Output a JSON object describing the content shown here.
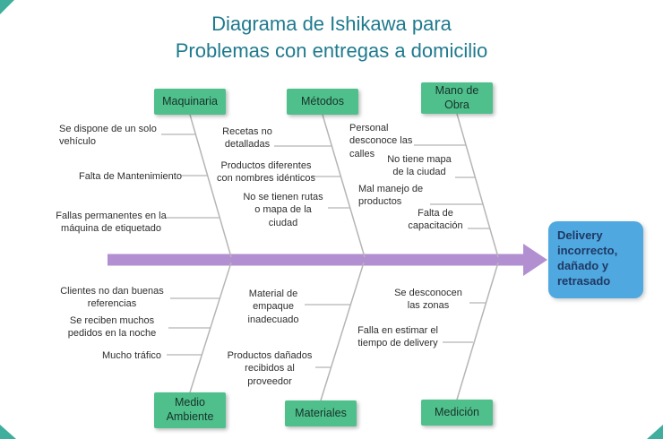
{
  "title": {
    "line1": "Diagrama de Ishikawa para",
    "line2": "Problemas con entregas a domicilio"
  },
  "effect": {
    "label": "Delivery incorrecto, dañado y retrasado"
  },
  "branches": {
    "top": [
      {
        "label": "Maquinaria",
        "causes": [
          "Se dispone de un solo vehículo",
          "Falta de Mantenimiento",
          "Fallas permanentes en la máquina de etiquetado"
        ]
      },
      {
        "label": "Métodos",
        "causes": [
          "Recetas no detalladas",
          "Productos diferentes con nombres idénticos",
          "No se tienen rutas o mapa de la ciudad"
        ]
      },
      {
        "label": "Mano de Obra",
        "causes": [
          "Personal desconoce las calles",
          "No tiene mapa de la ciudad",
          "Mal manejo de productos",
          "Falta de capacitación"
        ]
      }
    ],
    "bottom": [
      {
        "label": "Medio Ambiente",
        "causes": [
          "Clientes no dan buenas referencias",
          "Se reciben muchos pedidos en la noche",
          "Mucho tráfico"
        ]
      },
      {
        "label": "Materiales",
        "causes": [
          "Material de empaque inadecuado",
          "Productos dañados recibidos al proveedor"
        ]
      },
      {
        "label": "Medición",
        "causes": [
          "Se desconocen las zonas",
          "Falla en estimar el tiempo de delivery"
        ]
      }
    ]
  },
  "colors": {
    "title": "#1f7a8e",
    "category_box": "#4fc08c",
    "spine_arrow": "#b28fd0",
    "effect_box": "#4fa8df",
    "effect_text": "#1f3864",
    "connector_lines": "#b5b5b5",
    "corner_accent": "#3fae9c"
  }
}
